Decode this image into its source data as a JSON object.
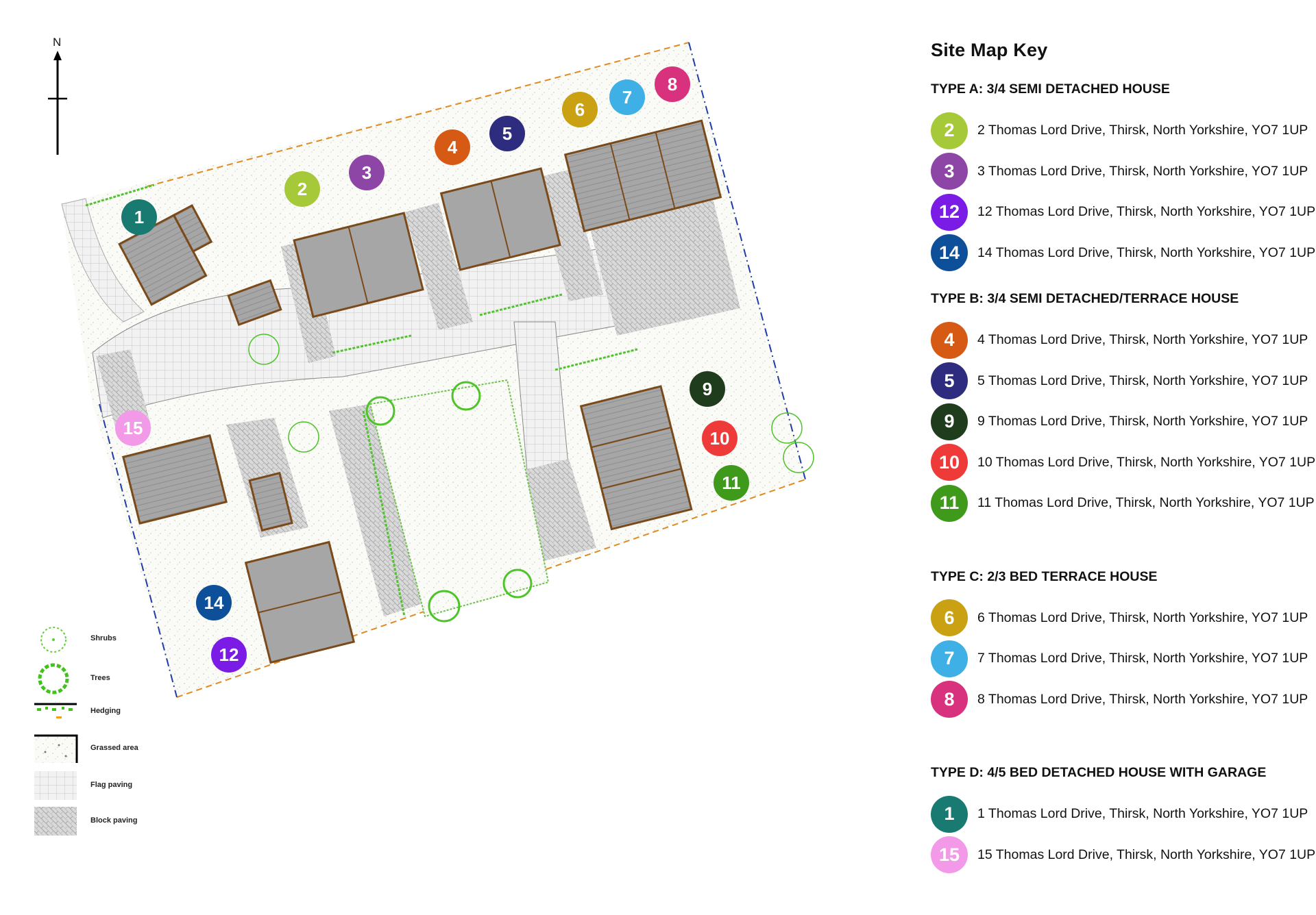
{
  "north_label": "N",
  "key": {
    "title": "Site Map Key",
    "sections": [
      {
        "heading": "TYPE A:  3/4 SEMI DETACHED HOUSE",
        "entries": [
          {
            "number": "2",
            "color": "#a6c93a",
            "address": "2 Thomas Lord Drive, Thirsk, North Yorkshire, YO7 1UP"
          },
          {
            "number": "3",
            "color": "#8e46a6",
            "address": "3 Thomas Lord Drive, Thirsk, North Yorkshire, YO7 1UP"
          },
          {
            "number": "12",
            "color": "#7a1ce6",
            "address": "12 Thomas Lord Drive, Thirsk, North Yorkshire, YO7 1UP"
          },
          {
            "number": "14",
            "color": "#0e4f9a",
            "address": "14 Thomas Lord Drive, Thirsk, North Yorkshire, YO7 1UP"
          }
        ]
      },
      {
        "heading": "TYPE B:  3/4 SEMI DETACHED/TERRACE HOUSE",
        "entries": [
          {
            "number": "4",
            "color": "#d65a14",
            "address": "4 Thomas Lord Drive, Thirsk, North Yorkshire, YO7 1UP"
          },
          {
            "number": "5",
            "color": "#2e2c7e",
            "address": "5 Thomas Lord Drive, Thirsk, North Yorkshire, YO7 1UP"
          },
          {
            "number": "9",
            "color": "#1f3d1c",
            "address": "9 Thomas Lord Drive, Thirsk, North Yorkshire, YO7 1UP"
          },
          {
            "number": "10",
            "color": "#ef3a3a",
            "address": "10 Thomas Lord Drive, Thirsk, North Yorkshire, YO7 1UP"
          },
          {
            "number": "11",
            "color": "#3f9a1c",
            "address": "11 Thomas Lord Drive, Thirsk, North Yorkshire, YO7 1UP"
          }
        ]
      },
      {
        "heading": "TYPE C:  2/3 BED TERRACE HOUSE",
        "entries": [
          {
            "number": "6",
            "color": "#c9a112",
            "address": "6 Thomas Lord Drive, Thirsk, North Yorkshire, YO7 1UP"
          },
          {
            "number": "7",
            "color": "#3fb0e6",
            "address": "7 Thomas Lord Drive, Thirsk, North Yorkshire, YO7 1UP"
          },
          {
            "number": "8",
            "color": "#d8327e",
            "address": "8 Thomas Lord Drive, Thirsk, North Yorkshire, YO7 1UP"
          }
        ]
      },
      {
        "heading": "TYPE D:  4/5 BED DETACHED HOUSE WITH GARAGE",
        "entries": [
          {
            "number": "1",
            "color": "#187a70",
            "address": "1 Thomas Lord Drive, Thirsk, North Yorkshire, YO7 1UP"
          },
          {
            "number": "15",
            "color": "#f29ae8",
            "address": "15 Thomas Lord Drive, Thirsk, North Yorkshire, YO7 1UP"
          }
        ]
      }
    ]
  },
  "plot_markers": [
    {
      "number": "1",
      "color": "#187a70"
    },
    {
      "number": "2",
      "color": "#a6c93a"
    },
    {
      "number": "3",
      "color": "#8e46a6"
    },
    {
      "number": "4",
      "color": "#d65a14"
    },
    {
      "number": "5",
      "color": "#2e2c7e"
    },
    {
      "number": "6",
      "color": "#c9a112"
    },
    {
      "number": "7",
      "color": "#3fb0e6"
    },
    {
      "number": "8",
      "color": "#d8327e"
    },
    {
      "number": "9",
      "color": "#1f3d1c"
    },
    {
      "number": "10",
      "color": "#ef3a3a"
    },
    {
      "number": "11",
      "color": "#3f9a1c"
    },
    {
      "number": "12",
      "color": "#7a1ce6"
    },
    {
      "number": "14",
      "color": "#0e4f9a"
    },
    {
      "number": "15",
      "color": "#f29ae8"
    }
  ],
  "legend": {
    "items": [
      {
        "label": "Shrubs",
        "icon": "shrub-icon"
      },
      {
        "label": "Trees",
        "icon": "tree-icon"
      },
      {
        "label": "Hedging",
        "icon": "hedge-icon"
      },
      {
        "label": "Grassed area",
        "icon": "grass-icon"
      },
      {
        "label": "Flag paving",
        "icon": "flag-paving-icon"
      },
      {
        "label": "Block paving",
        "icon": "block-paving-icon"
      }
    ]
  }
}
